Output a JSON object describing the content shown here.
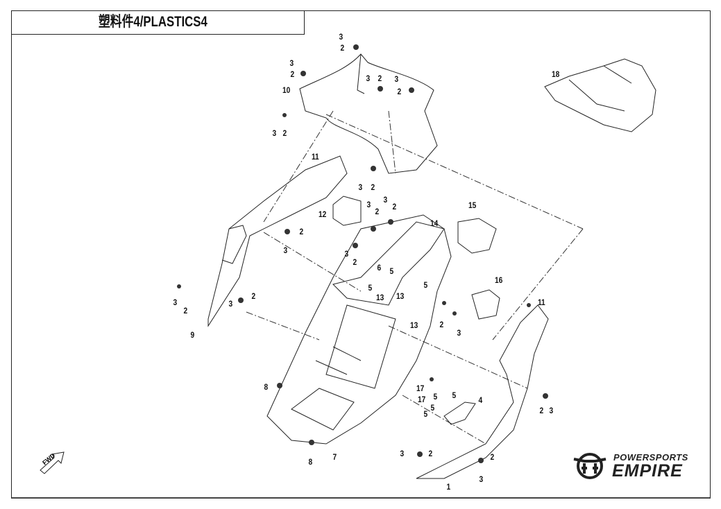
{
  "title": "塑料件4/PLASTICS4",
  "watermark": "POWERSPORTS EMPIRE",
  "logo": {
    "top": "POWERSPORTS",
    "bottom": "EMPIRE"
  },
  "fwd_label": "FWD",
  "callouts": [
    "3",
    "2",
    "3",
    "2",
    "10",
    "3",
    "2",
    "3",
    "2",
    "3",
    "2",
    "18",
    "11",
    "3",
    "2",
    "12",
    "3",
    "2",
    "3",
    "2",
    "15",
    "14",
    "2",
    "3",
    "3",
    "2",
    "6",
    "5",
    "5",
    "5",
    "16",
    "13",
    "13",
    "13",
    "2",
    "3",
    "2",
    "3",
    "3",
    "2",
    "9",
    "11",
    "8",
    "17",
    "17",
    "5",
    "5",
    "5",
    "4",
    "5",
    "2",
    "3",
    "3",
    "2",
    "2",
    "3",
    "8",
    "7",
    "1"
  ]
}
